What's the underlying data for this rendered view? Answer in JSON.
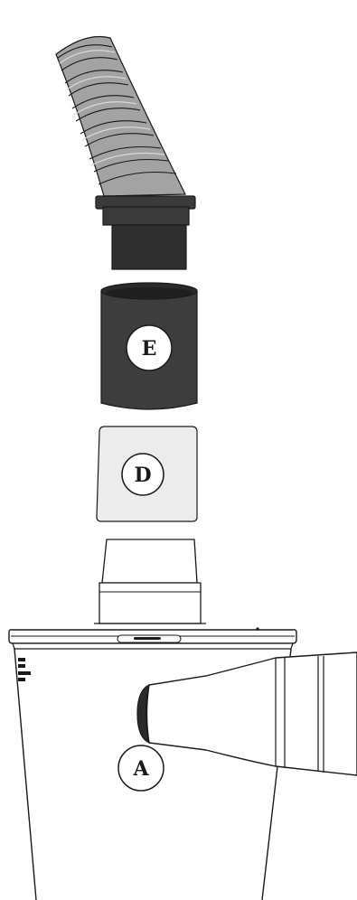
{
  "callouts": {
    "E": "E",
    "D": "D",
    "A": "A"
  },
  "colors": {
    "hose": "#a3a3a3",
    "hose_rib": "#d9d9d9",
    "outline": "#1a1a1a",
    "dark_part": "#3a3a3a",
    "filter_e": "#3d3d3d",
    "filter_d": "#ececec",
    "bucket": "#ffffff"
  }
}
